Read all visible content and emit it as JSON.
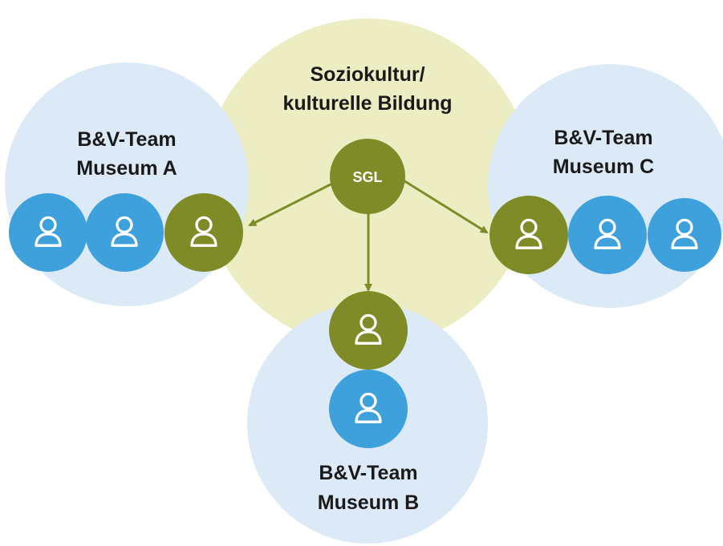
{
  "colors": {
    "culture_circle": "#ecedc3",
    "team_circle": "#dbeaf6",
    "olive": "#7f8b26",
    "blue": "#3ea1dc",
    "icon_stroke": "#ffffff",
    "text": "#1a1a1a"
  },
  "center": {
    "title_line1": "Soziokultur/",
    "title_line2": "kulturelle Bildung",
    "hub_label": "SGL"
  },
  "teams": {
    "a": {
      "line1": "B&V-Team",
      "line2": "Museum A"
    },
    "b": {
      "line1": "B&V-Team",
      "line2": "Museum B"
    },
    "c": {
      "line1": "B&V-Team",
      "line2": "Museum C"
    }
  },
  "icons": {
    "person": "person-icon"
  }
}
